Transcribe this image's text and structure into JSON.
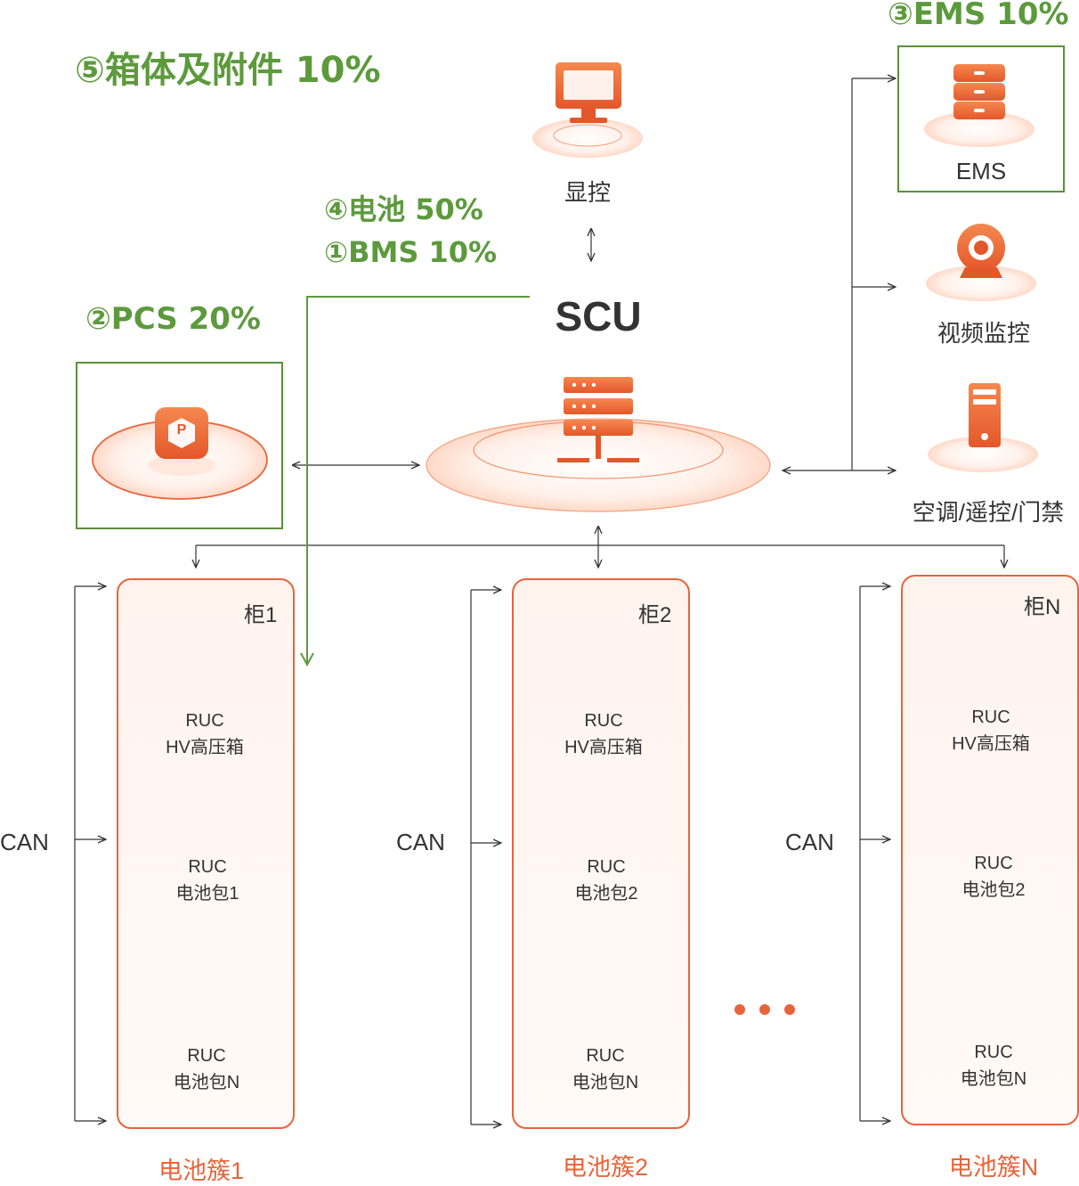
{
  "annotations": {
    "box": "⑤箱体及附件 10%",
    "ems": "③EMS 10%",
    "battery": "④电池 50%",
    "bms": "①BMS 10%",
    "pcs": "②PCS 20%"
  },
  "nodes": {
    "display": "显控",
    "scu": "SCU",
    "ems": "EMS",
    "video": "视频监控",
    "hvac": "空调/遥控/门禁",
    "pcs_icon_letter": "P"
  },
  "can_label": "CAN",
  "ruc_label": "RUC",
  "cabinets": [
    {
      "title": "柜1",
      "hv": "HV高压箱",
      "pack_a": "电池包1",
      "pack_n": "电池包N",
      "cluster": "电池簇1"
    },
    {
      "title": "柜2",
      "hv": "HV高压箱",
      "pack_a": "电池包2",
      "pack_n": "电池包N",
      "cluster": "电池簇2"
    },
    {
      "title": "柜N",
      "hv": "HV高压箱",
      "pack_a": "电池包2",
      "pack_n": "电池包N",
      "cluster": "电池簇N"
    }
  ],
  "colors": {
    "accent": "#e8643a",
    "green": "#5c9a3c",
    "line": "#333333"
  }
}
